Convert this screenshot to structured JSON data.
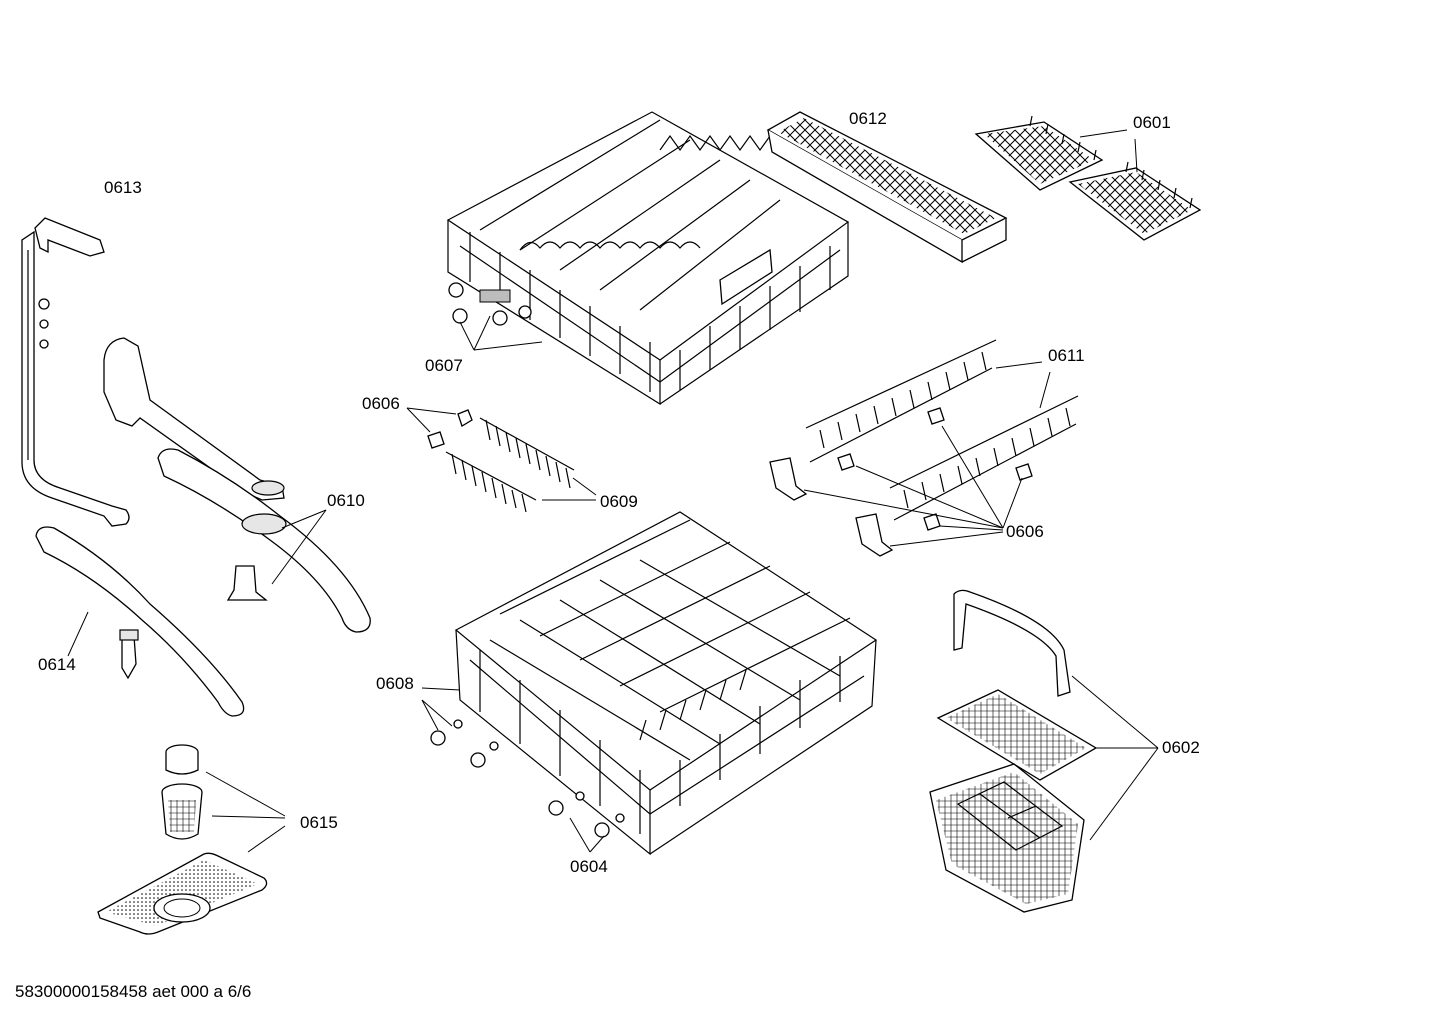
{
  "labels": {
    "p0613": "0613",
    "p0612": "0612",
    "p0601": "0601",
    "p0607": "0607",
    "p0611": "0611",
    "p0606_left": "0606",
    "p0609": "0609",
    "p0610": "0610",
    "p0606_right": "0606",
    "p0614": "0614",
    "p0608": "0608",
    "p0602": "0602",
    "p0615": "0615",
    "p0604": "0604"
  },
  "footer": "58300000158458 aet 000 a 6/6"
}
